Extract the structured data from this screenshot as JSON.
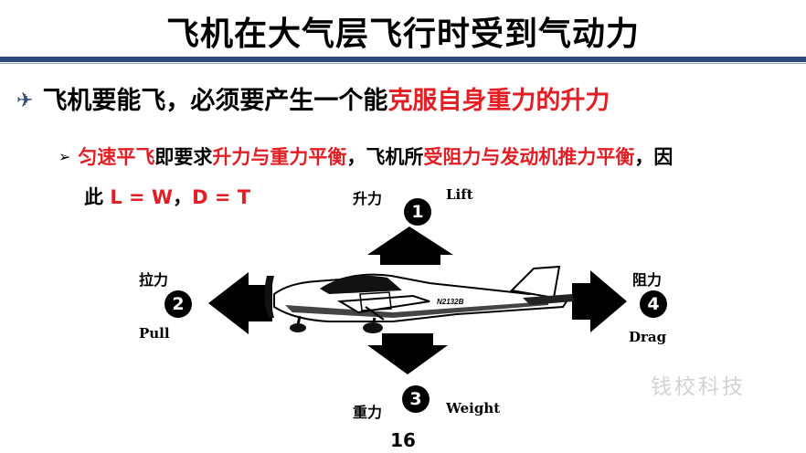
{
  "slide": {
    "title": "飞机在大气层飞行时受到气动力",
    "bullet1": {
      "prefix": "飞机要能飞，必须要产生一个能",
      "highlight": "克服自身重力的升力"
    },
    "bullet2": {
      "seg1_red": "匀速平飞",
      "seg2": "即要求",
      "seg3_red": "升力与重力平衡",
      "seg4": "，飞机所",
      "seg5_red": "受阻力与发动机推力平衡",
      "seg6": "，因",
      "seg7": "此 ",
      "seg8_red": "L = W",
      "seg9": "，",
      "seg10_red": "D = T"
    },
    "page_number": "16",
    "watermark": "钱校科技"
  },
  "forces": {
    "lift": {
      "num": "1",
      "cn": "升力",
      "en": "Lift"
    },
    "pull": {
      "num": "2",
      "cn": "拉力",
      "en": "Pull"
    },
    "weight": {
      "num": "3",
      "cn": "重力",
      "en": "Weight"
    },
    "drag": {
      "num": "4",
      "cn": "阻力",
      "en": "Drag"
    }
  },
  "aircraft": {
    "registration": "N2132B"
  },
  "colors": {
    "accent_red": "#e31e24",
    "rule_blue": "#2f4b7c"
  }
}
